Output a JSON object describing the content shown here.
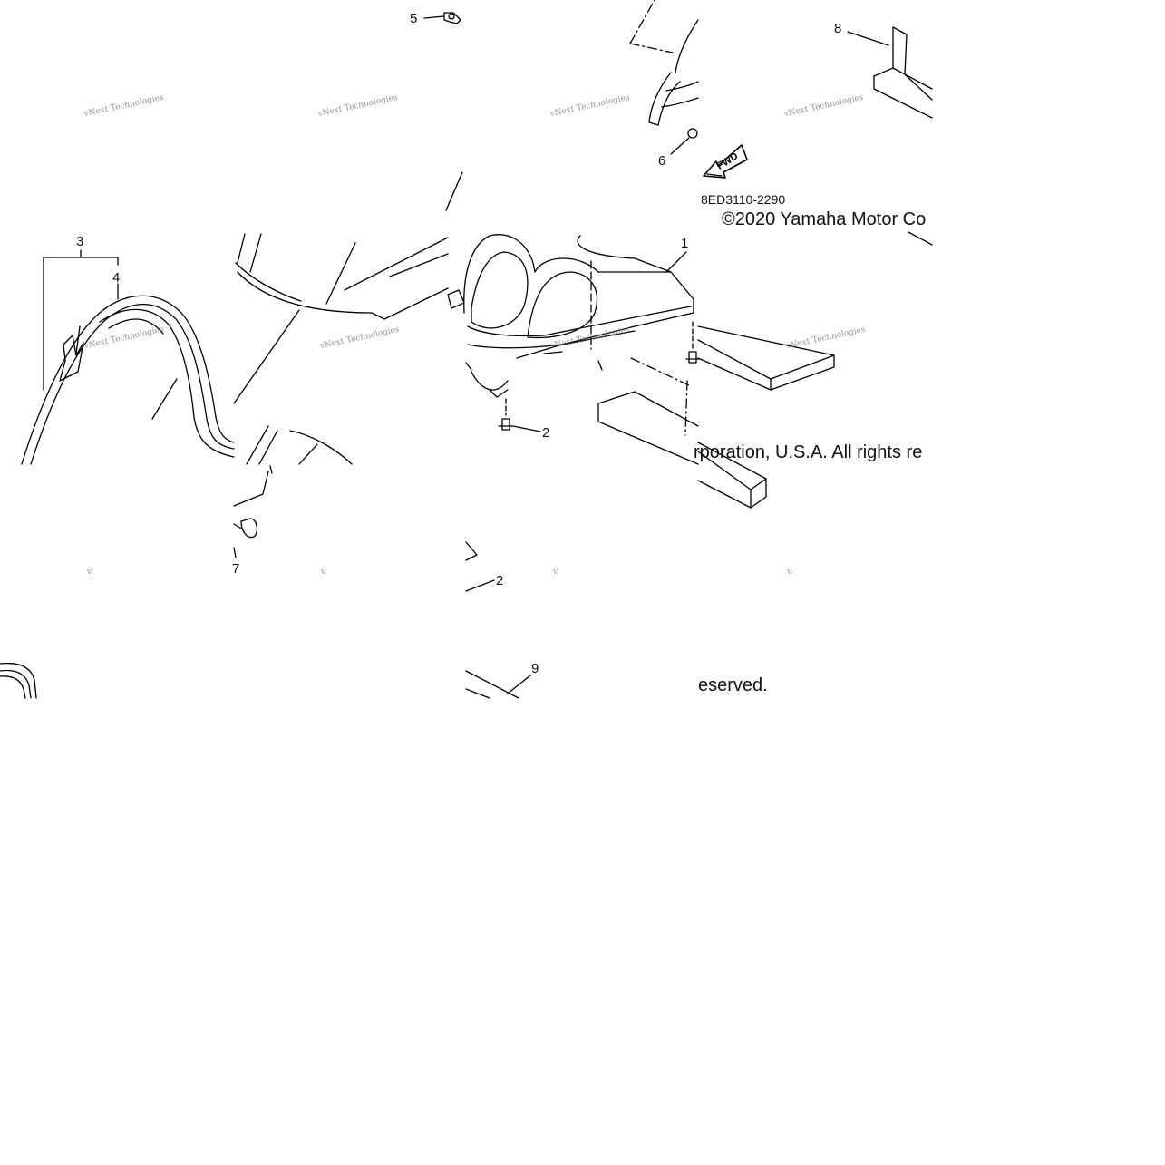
{
  "diagram": {
    "drawing_code": "8ED3110-2290",
    "copyright": {
      "line1": "©2020 Yamaha Motor Co",
      "line2": "rporation, U.S.A. All rights re",
      "line3": "eserved."
    },
    "callouts": [
      "5",
      "8",
      "6",
      "3",
      "4",
      "1",
      "2",
      "7",
      "2",
      "9"
    ],
    "watermark_text": "vNext Technologies",
    "watermark_fragment": "v.",
    "fwd_arrow_label": "FWD"
  }
}
